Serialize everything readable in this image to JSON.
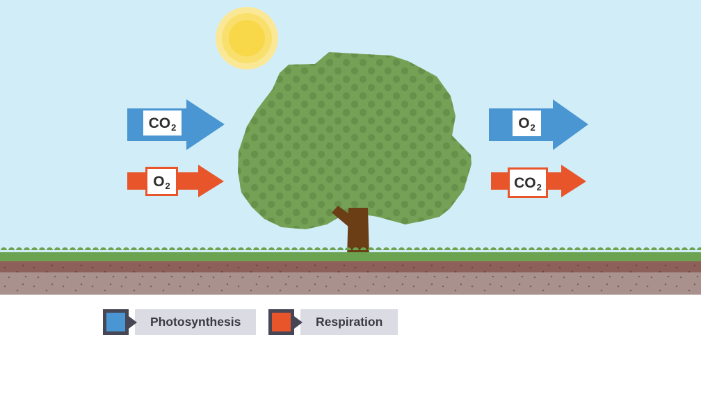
{
  "diagram": {
    "description": "Tree gas-exchange diagram showing photosynthesis and respiration",
    "gas_labels": {
      "photosynthesis_in": {
        "main": "CO",
        "sub": "2"
      },
      "respiration_in": {
        "main": "O",
        "sub": "2"
      },
      "photosynthesis_out": {
        "main": "O",
        "sub": "2"
      },
      "respiration_out": {
        "main": "CO",
        "sub": "2"
      }
    },
    "legend": {
      "photosynthesis": {
        "label": "Photosynthesis",
        "color": "#4a96d2"
      },
      "respiration": {
        "label": "Respiration",
        "color": "#e8552a"
      }
    },
    "colors": {
      "sky": "#d1eef8",
      "sun_outer": "#fbe896",
      "sun_mid": "#f9df6c",
      "sun_core": "#f8d748",
      "canopy": "#74a156",
      "canopy_dots": "#67914a",
      "trunk": "#6b3e16",
      "grass": "#6ca351",
      "soil_upper": "#8d615a",
      "soil_lower": "#a9928e",
      "arrow_blue": "#4a96d2",
      "arrow_orange": "#e8552a",
      "legend_frame": "#464655",
      "legend_label_bg": "#dbdbe4",
      "text": "#2d2d2d"
    }
  }
}
